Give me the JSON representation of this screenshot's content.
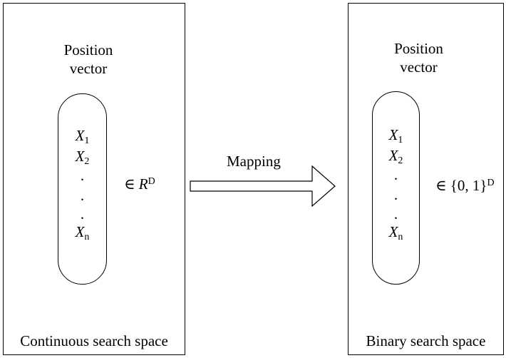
{
  "left_panel": {
    "title_line1": "Position",
    "title_line2": "vector",
    "vector": {
      "x1_var": "X",
      "x1_sub": "1",
      "x2_var": "X",
      "x2_sub": "2",
      "dots": [
        ".",
        ".",
        "."
      ],
      "xn_var": "X",
      "xn_sub": "n"
    },
    "membership_symbol": "∈",
    "membership_set": "R",
    "membership_sup": "D",
    "caption": "Continuous search space"
  },
  "arrow": {
    "label": "Mapping"
  },
  "right_panel": {
    "title_line1": "Position",
    "title_line2": "vector",
    "vector": {
      "x1_var": "X",
      "x1_sub": "1",
      "x2_var": "X",
      "x2_sub": "2",
      "dots": [
        ".",
        ".",
        "."
      ],
      "xn_var": "X",
      "xn_sub": "n"
    },
    "membership_symbol": "∈",
    "membership_set": "{0, 1}",
    "membership_sup": "D",
    "caption": "Binary search space"
  }
}
